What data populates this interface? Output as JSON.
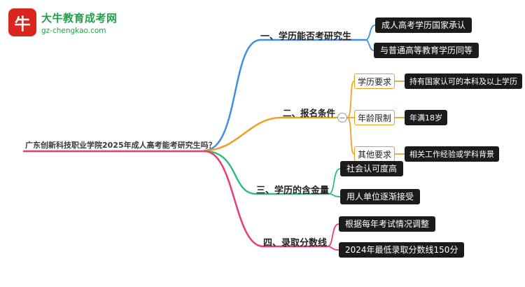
{
  "colors": {
    "branch1": "#4090e2",
    "branch2": "#f0a020",
    "branch3": "#2dbd7f",
    "branch4": "#ea3a7c",
    "brand-green": "#21a04a",
    "logo-red": "#d9251c",
    "node-bg": "#1b1b1b",
    "node-text": "#ffffff",
    "label-text": "#3a3a3a"
  },
  "logo": {
    "bull": "牛",
    "brand": "大牛教育成考网",
    "domain": "gz-chengkao.com"
  },
  "root": {
    "label": "广东创新科技职业学院2025年成人高考能考研究生吗？"
  },
  "branches": [
    {
      "label": "一、学历能否考研究生",
      "children": [
        {
          "label": "成人高考学历国家承认"
        },
        {
          "label": "与普通高等教育学历同等"
        }
      ]
    },
    {
      "label": "二、报名条件",
      "collapse": "−",
      "children": [
        {
          "label": "学历要求",
          "value": "持有国家认可的本科及以上学历"
        },
        {
          "label": "年龄限制",
          "value": "年满18岁"
        },
        {
          "label": "其他要求",
          "value": "相关工作经验或学科背景"
        }
      ]
    },
    {
      "label": "三、学历的含金量",
      "children": [
        {
          "label": "社会认可度高"
        },
        {
          "label": "用人单位逐渐接受"
        }
      ]
    },
    {
      "label": "四、录取分数线",
      "children": [
        {
          "label": "根据每年考试情况调整"
        },
        {
          "label": "2024年最低录取分数线150分"
        }
      ]
    }
  ]
}
